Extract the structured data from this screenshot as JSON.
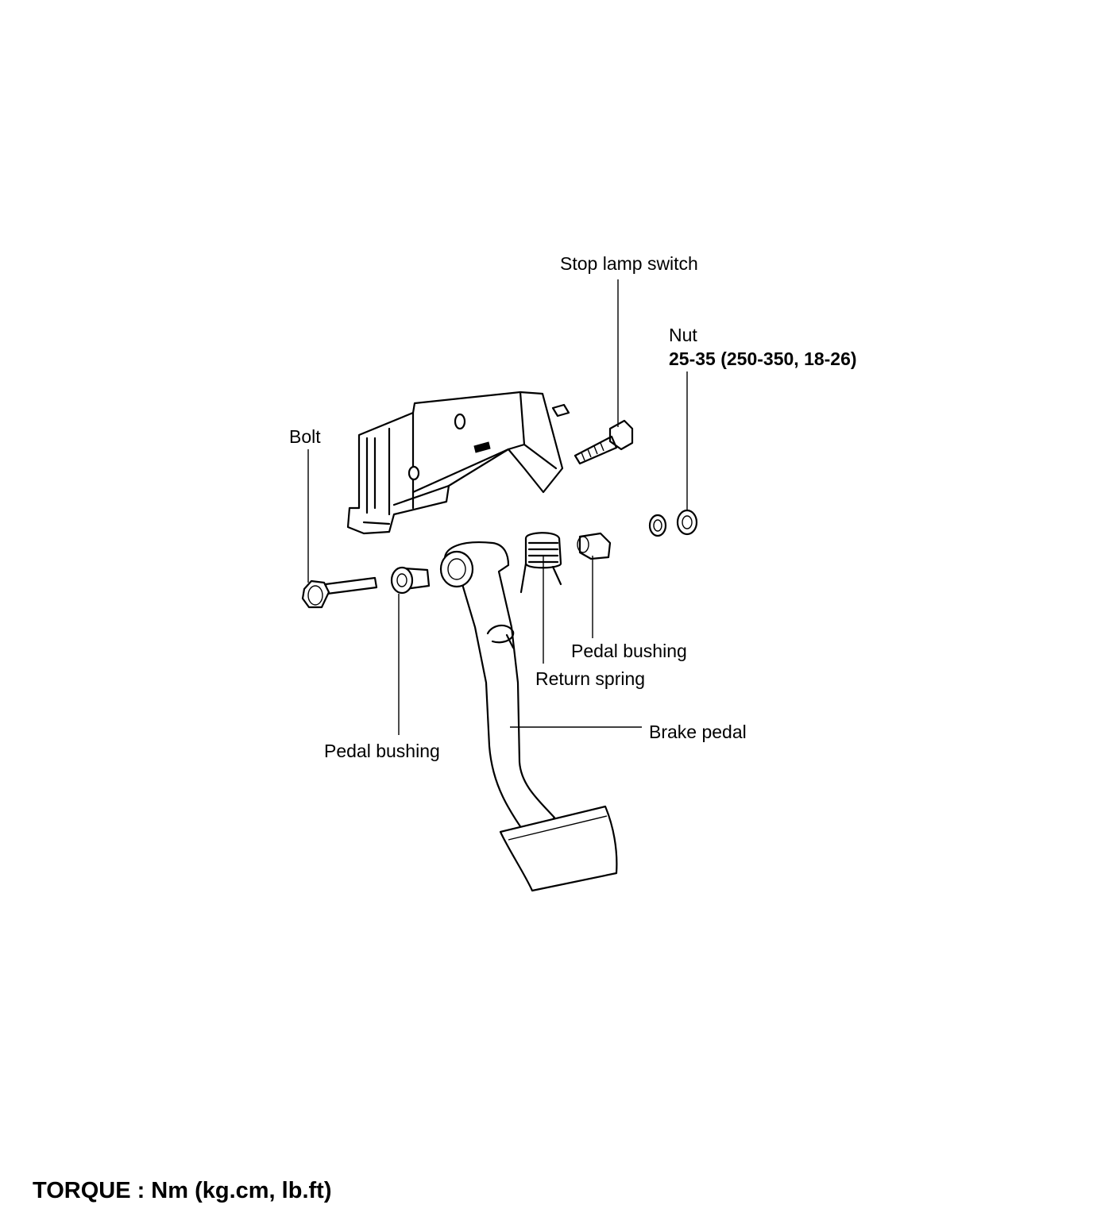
{
  "labels": {
    "stop_lamp_switch": "Stop lamp switch",
    "nut": "Nut",
    "nut_torque": "25-35 (250-350, 18-26)",
    "bolt": "Bolt",
    "pedal_bushing_right": "Pedal bushing",
    "return_spring": "Return spring",
    "brake_pedal": "Brake pedal",
    "pedal_bushing_left": "Pedal bushing"
  },
  "footer": {
    "torque_note": "TORQUE : Nm (kg.cm, lb.ft)"
  },
  "colors": {
    "line": "#000000",
    "background": "#ffffff"
  }
}
